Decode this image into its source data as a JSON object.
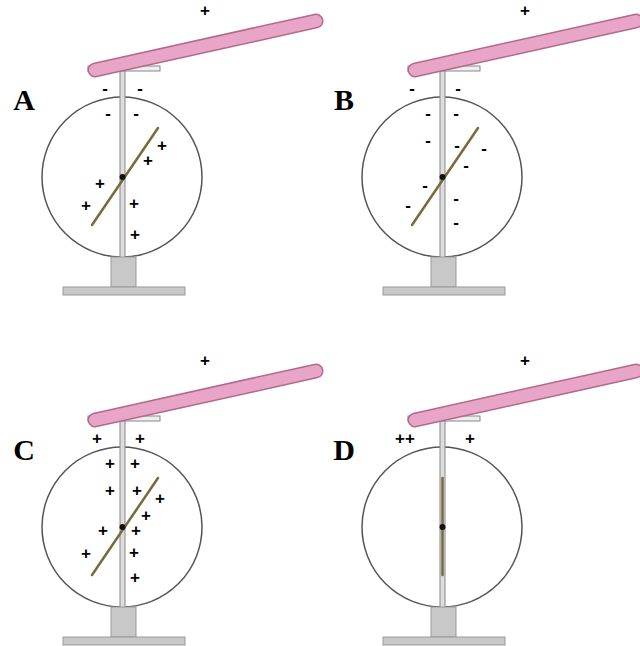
{
  "diagram": {
    "labels": [
      "A",
      "+",
      "-",
      "-",
      "-",
      "-",
      "+",
      "+",
      "+",
      "+",
      "+",
      "+",
      "B",
      "+",
      "-",
      "-",
      "-",
      "-",
      "-",
      "-",
      "-",
      "-",
      "-",
      "-",
      "-",
      "-",
      "C",
      "+",
      "+",
      "+",
      "+",
      "+",
      "+",
      "+",
      "+",
      "+",
      "+",
      "+",
      "+",
      "+",
      "+",
      "D",
      "+",
      "++",
      "+"
    ]
  }
}
